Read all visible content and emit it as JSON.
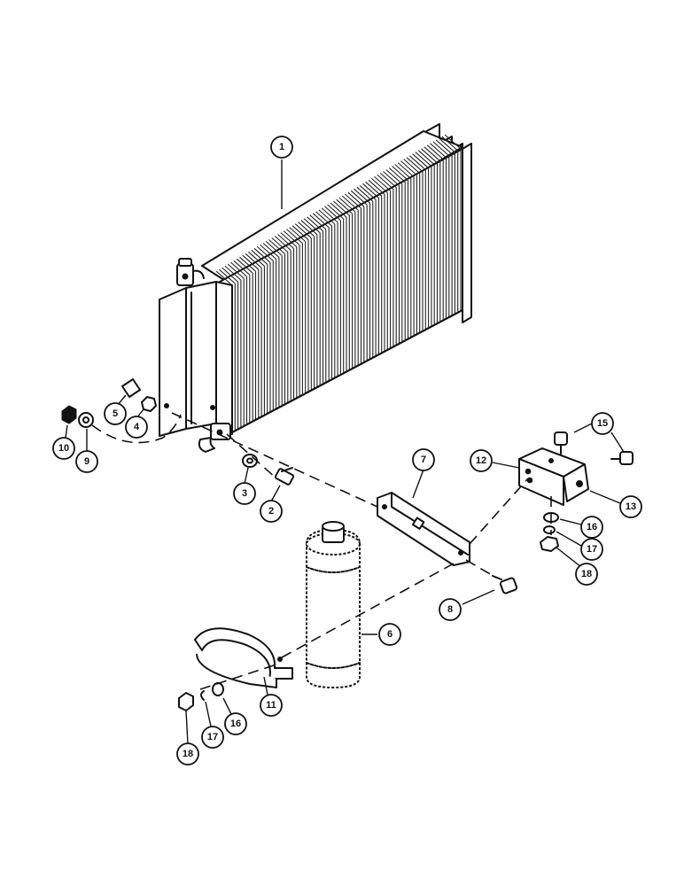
{
  "callouts": [
    {
      "id": "c1",
      "label": "1"
    },
    {
      "id": "c2",
      "label": "2"
    },
    {
      "id": "c3",
      "label": "3"
    },
    {
      "id": "c4",
      "label": "4"
    },
    {
      "id": "c5",
      "label": "5"
    },
    {
      "id": "c6",
      "label": "6"
    },
    {
      "id": "c7",
      "label": "7"
    },
    {
      "id": "c8",
      "label": "8"
    },
    {
      "id": "c9",
      "label": "9"
    },
    {
      "id": "c10",
      "label": "10"
    },
    {
      "id": "c11",
      "label": "11"
    },
    {
      "id": "c12",
      "label": "12"
    },
    {
      "id": "c13",
      "label": "13"
    },
    {
      "id": "c15",
      "label": "15"
    },
    {
      "id": "c16a",
      "label": "16"
    },
    {
      "id": "c17a",
      "label": "17"
    },
    {
      "id": "c18a",
      "label": "18"
    },
    {
      "id": "c16b",
      "label": "16"
    },
    {
      "id": "c17b",
      "label": "17"
    },
    {
      "id": "c18b",
      "label": "18"
    }
  ]
}
